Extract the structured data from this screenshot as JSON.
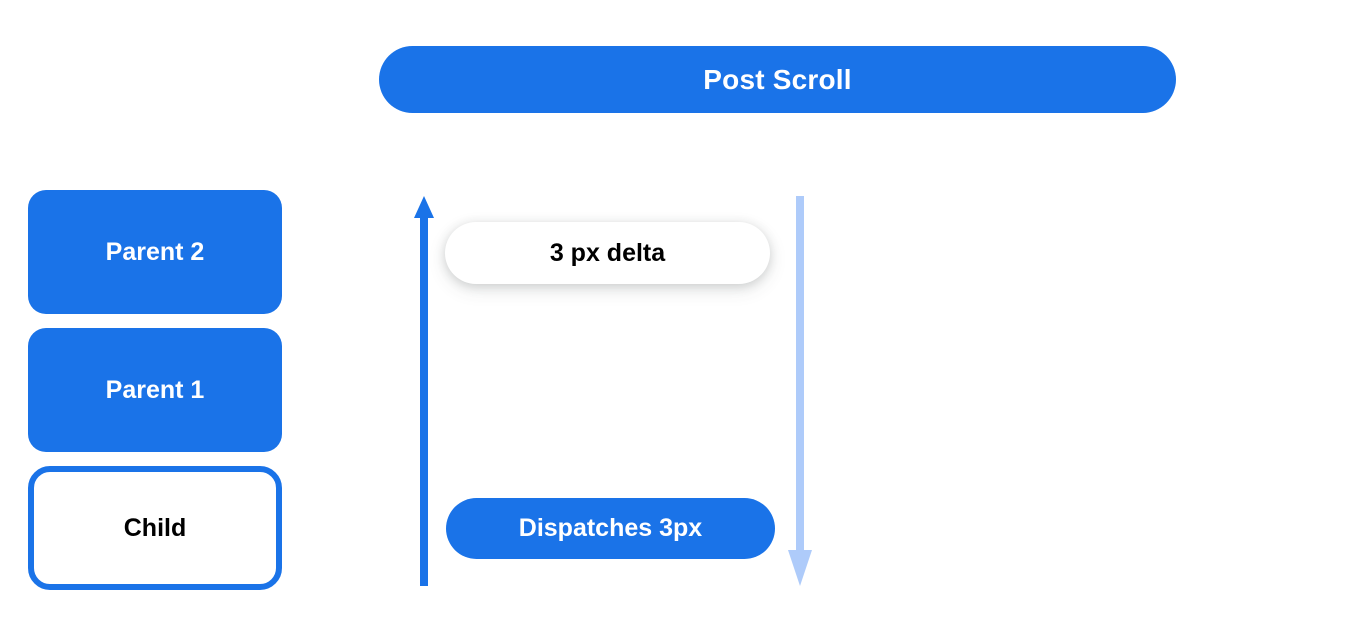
{
  "diagram": {
    "title": "Post Scroll",
    "background_color": "#ffffff",
    "accent_color": "#1a73e8",
    "accent_light_color": "#aecbfa",
    "header": {
      "label": "Post Scroll"
    },
    "stack": {
      "items": [
        {
          "label": "Parent 2",
          "style": "filled"
        },
        {
          "label": "Parent 1",
          "style": "filled"
        },
        {
          "label": "Child",
          "style": "outlined"
        }
      ]
    },
    "timeline": {
      "up_arrow": {
        "name": "bubble-up-arrow",
        "direction": "up",
        "color": "#1a73e8"
      },
      "down_arrow": {
        "name": "scroll-down-arrow",
        "direction": "down",
        "color": "#aecbfa"
      },
      "annotations": [
        {
          "label": "3 px delta",
          "style": "white-pill"
        },
        {
          "label": "Dispatches 3px",
          "style": "blue-pill"
        }
      ]
    }
  }
}
